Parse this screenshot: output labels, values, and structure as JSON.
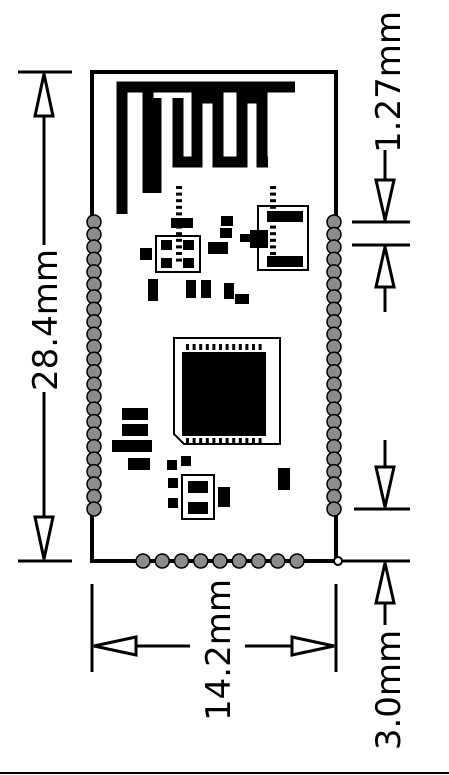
{
  "dimensions": {
    "height_label": "28.4mm",
    "width_label": "14.2mm",
    "pin_pitch_label": "1.27mm",
    "bottom_offset_label": "3.0mm"
  },
  "module": {
    "left_pads": 24,
    "right_pads": 24,
    "bottom_pads": 9
  },
  "colors": {
    "ink": "#000000",
    "pad_fill": "#8c8c8c",
    "background": "#ffffff"
  }
}
